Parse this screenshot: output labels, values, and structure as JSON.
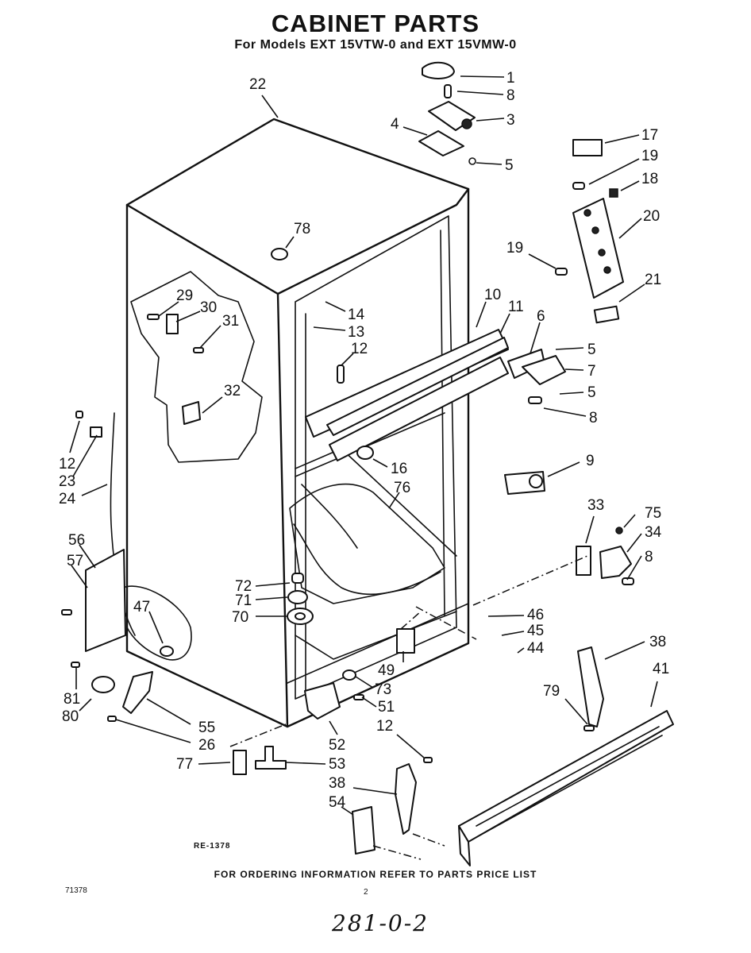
{
  "header": {
    "title": "CABINET PARTS",
    "subtitle": "For Models EXT 15VTW-0 and EXT 15VMW-0"
  },
  "callouts": [
    "1",
    "8",
    "3",
    "4",
    "5",
    "22",
    "17",
    "19",
    "18",
    "20",
    "78",
    "19",
    "21",
    "29",
    "30",
    "31",
    "10",
    "11",
    "6",
    "14",
    "13",
    "12",
    "5",
    "7",
    "5",
    "8",
    "32",
    "12",
    "23",
    "24",
    "16",
    "9",
    "76",
    "33",
    "75",
    "34",
    "56",
    "57",
    "8",
    "72",
    "71",
    "70",
    "47",
    "46",
    "45",
    "44",
    "49",
    "73",
    "38",
    "81",
    "80",
    "51",
    "79",
    "41",
    "55",
    "26",
    "12",
    "52",
    "77",
    "53",
    "38",
    "54"
  ],
  "ref_code": "RE-1378",
  "footer": "FOR ORDERING INFORMATION REFER TO PARTS PRICE LIST",
  "catalog_number": "71378",
  "page_number": "2",
  "handwritten_note": "281-0-2"
}
